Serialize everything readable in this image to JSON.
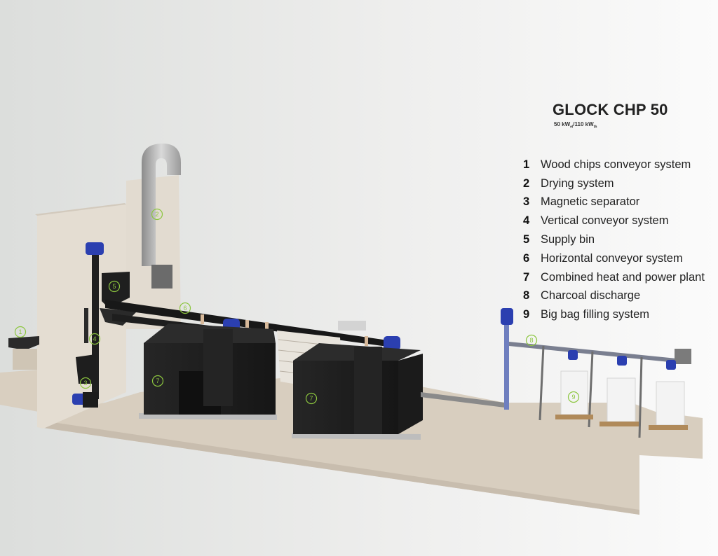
{
  "title": "GLOCK CHP 50",
  "subtitle": {
    "electric": "50 kW",
    "electric_sub": "el",
    "separator": "/",
    "thermal": "110 kW",
    "thermal_sub": "th"
  },
  "legend": [
    {
      "num": "1",
      "label": "Wood chips conveyor system"
    },
    {
      "num": "2",
      "label": "Drying system"
    },
    {
      "num": "3",
      "label": "Magnetic separator"
    },
    {
      "num": "4",
      "label": "Vertical conveyor system"
    },
    {
      "num": "5",
      "label": "Supply bin"
    },
    {
      "num": "6",
      "label": "Horizontal conveyor system"
    },
    {
      "num": "7",
      "label": "Combined heat and power plant"
    },
    {
      "num": "8",
      "label": "Charcoal discharge"
    },
    {
      "num": "9",
      "label": "Big bag filling system"
    }
  ],
  "callouts": [
    "1",
    "2",
    "3",
    "4",
    "5",
    "6",
    "7",
    "7",
    "8",
    "9"
  ],
  "colors": {
    "callout": "#8cc63f",
    "motor": "#2b3fb0",
    "machine": "#1c1c1c",
    "floor": "#d8cebe",
    "wall": "#e2dbd0"
  }
}
